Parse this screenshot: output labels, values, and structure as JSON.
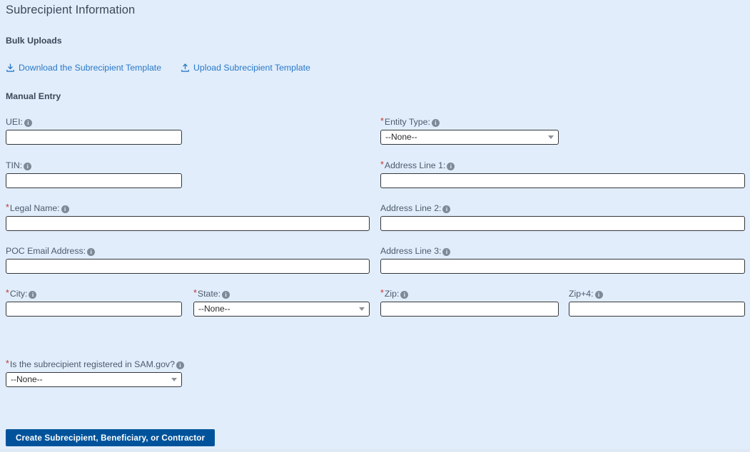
{
  "page": {
    "title": "Subrecipient Information",
    "background_color": "#e1edfb",
    "accent_link_color": "#2878c8",
    "required_marker_color": "#c23934",
    "button_color": "#00539b"
  },
  "sections": {
    "bulk_uploads_label": "Bulk Uploads",
    "manual_entry_label": "Manual Entry"
  },
  "bulk_links": {
    "download": {
      "label": "Download the Subrecipient Template",
      "icon": "download-icon"
    },
    "upload": {
      "label": "Upload Subrecipient Template",
      "icon": "upload-icon"
    }
  },
  "fields": {
    "uei": {
      "label": "UEI:",
      "required": false,
      "value": "",
      "placeholder": "",
      "type": "text",
      "info_icon": "info-icon"
    },
    "entity_type": {
      "label": "Entity Type:",
      "required": true,
      "value": "--None--",
      "type": "select",
      "info_icon": "info-icon"
    },
    "tin": {
      "label": "TIN:",
      "required": false,
      "value": "",
      "placeholder": "",
      "type": "text",
      "info_icon": "info-icon"
    },
    "address_line_1": {
      "label": "Address Line 1:",
      "required": true,
      "value": "",
      "placeholder": "",
      "type": "text",
      "info_icon": "info-icon"
    },
    "legal_name": {
      "label": "Legal Name:",
      "required": true,
      "value": "",
      "placeholder": "",
      "type": "text",
      "info_icon": "info-icon"
    },
    "address_line_2": {
      "label": "Address Line 2:",
      "required": false,
      "value": "",
      "placeholder": "",
      "type": "text",
      "info_icon": "info-icon"
    },
    "poc_email": {
      "label": "POC Email Address:",
      "required": false,
      "value": "",
      "placeholder": "",
      "type": "text",
      "info_icon": "info-icon"
    },
    "address_line_3": {
      "label": "Address Line 3:",
      "required": false,
      "value": "",
      "placeholder": "",
      "type": "text",
      "info_icon": "info-icon"
    },
    "city": {
      "label": "City:",
      "required": true,
      "value": "",
      "placeholder": "",
      "type": "text",
      "info_icon": "info-icon"
    },
    "state": {
      "label": "State:",
      "required": true,
      "value": "--None--",
      "type": "select",
      "info_icon": "info-icon"
    },
    "zip": {
      "label": "Zip:",
      "required": true,
      "value": "",
      "placeholder": "",
      "type": "text",
      "info_icon": "info-icon"
    },
    "zip4": {
      "label": "Zip+4:",
      "required": false,
      "value": "",
      "placeholder": "",
      "type": "text",
      "info_icon": "info-icon"
    },
    "sam_registered": {
      "label": "Is the subrecipient registered in SAM.gov?",
      "required": true,
      "value": "--None--",
      "type": "select",
      "info_icon": "info-icon"
    }
  },
  "submit": {
    "label": "Create Subrecipient, Beneficiary, or Contractor"
  }
}
